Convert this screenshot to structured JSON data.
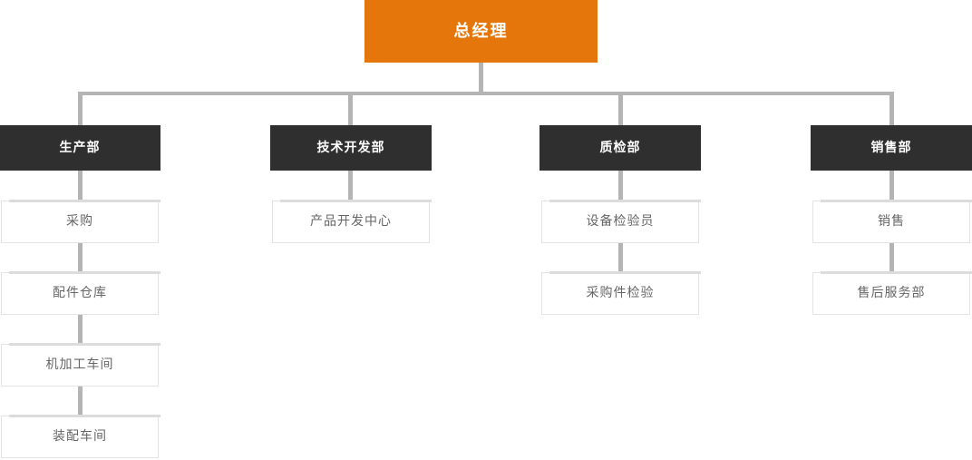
{
  "colors": {
    "root_bg": "#E5760B",
    "root_text": "#FFFFFF",
    "dept_bg": "#302F30",
    "dept_text": "#FFFFFF",
    "node_bg": "#FFFFFF",
    "node_border": "#E3E3E3",
    "node_text": "#666666",
    "connector": "#B4B4B4",
    "page_bg": "#FFFFFF"
  },
  "org_chart": {
    "type": "organization-tree",
    "root": {
      "label": "总经理"
    },
    "departments": [
      {
        "label": "生产部",
        "children": [
          {
            "label": "采购"
          },
          {
            "label": "配件仓库"
          },
          {
            "label": "机加工车间"
          },
          {
            "label": "装配车间"
          }
        ]
      },
      {
        "label": "技术开发部",
        "children": [
          {
            "label": "产品开发中心"
          }
        ]
      },
      {
        "label": "质检部",
        "children": [
          {
            "label": "设备检验员"
          },
          {
            "label": "采购件检验"
          }
        ]
      },
      {
        "label": "销售部",
        "children": [
          {
            "label": "销售"
          },
          {
            "label": "售后服务部"
          }
        ]
      }
    ]
  }
}
